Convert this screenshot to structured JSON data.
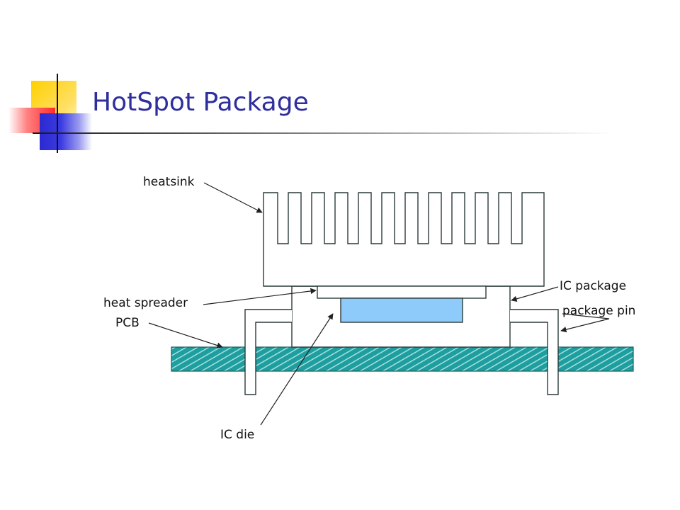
{
  "slide": {
    "title": "HotSpot Package"
  },
  "diagram": {
    "labels": {
      "heatsink": "heatsink",
      "heat_spreader": "heat spreader",
      "pcb": "PCB",
      "ic_die": "IC die",
      "ic_package": "IC package",
      "package_pin": "package pin"
    }
  },
  "colors": {
    "title": "#2e2e9e",
    "outline": "#2a3a3a",
    "die": "#8ecbfb",
    "pcb_fill": "#1e9e9e",
    "accent_yellow": "#ffcc00",
    "accent_red": "#ff3333",
    "accent_blue": "#3333cc"
  }
}
